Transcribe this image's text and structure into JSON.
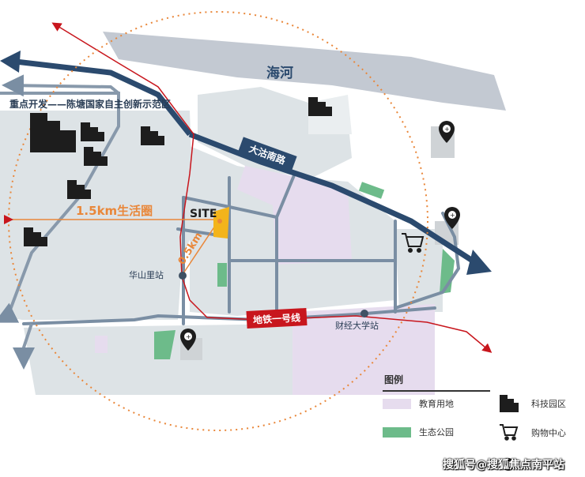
{
  "map": {
    "river_label": "海河",
    "zone_label": "重点开发——陈塘国家自主创新示范区",
    "road_label": "大沽南路",
    "site_label": "SITE",
    "ring_outer_label": "1.5km生活圈",
    "ring_inner_label": "0.5km",
    "station_huashanli": "华山里站",
    "station_caijing": "财经大学站",
    "metro_label": "地铁一号线"
  },
  "legend": {
    "title": "图例",
    "education": "教育用地",
    "park": "生态公园",
    "tech": "科技园区",
    "shopping": "购物中心"
  },
  "colors": {
    "block": "#dde3e6",
    "road": "#7a8ea3",
    "river": "#c3c9d2",
    "education": "#e6dcee",
    "park": "#6dbb8a",
    "main_road": "#2b4a6e",
    "ring": "#e9873a",
    "metro": "#c8161d",
    "site": "#f3b41b"
  },
  "watermark": "搜狐号@搜狐焦点南平站"
}
